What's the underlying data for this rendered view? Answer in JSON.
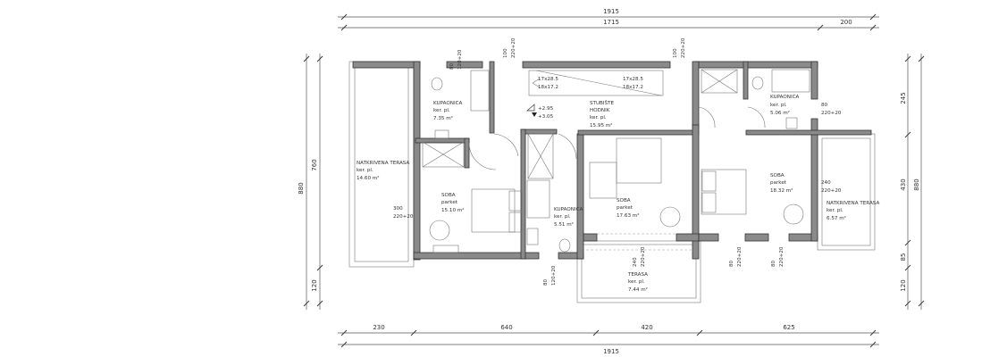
{
  "dimensions": {
    "top_total": "1915",
    "top_main": "1715",
    "top_right": "200",
    "left_total": "880",
    "left_main": "760",
    "left_bottom": "120",
    "right_245": "245",
    "right_430": "430",
    "right_85": "85",
    "right_120": "120",
    "right_total": "880",
    "bottom_230": "230",
    "bottom_640": "640",
    "bottom_420": "420",
    "bottom_625": "625",
    "bottom_total": "1915"
  },
  "openings": [
    {
      "w": "80",
      "h": "120+20"
    },
    {
      "w": "100",
      "h": "220+20"
    },
    {
      "w": "100",
      "h": "220+20"
    },
    {
      "w": "80",
      "h": "220+20"
    },
    {
      "w": "300",
      "h": "220+20"
    },
    {
      "w": "80",
      "h": "120+20"
    },
    {
      "w": "240",
      "h": "220+20"
    },
    {
      "w": "80",
      "h": "220+20"
    },
    {
      "w": "80",
      "h": "220+20"
    },
    {
      "w": "240",
      "h": "220+20"
    }
  ],
  "stairs": {
    "a1": "17x28.5",
    "b1": "18x17.2",
    "a2": "17x28.5",
    "b2": "18x17.2"
  },
  "levels": {
    "upper": "+2.95",
    "lower": "+3.05"
  },
  "rooms": {
    "bath1": {
      "name": "KUPAONICA",
      "floor": "ker. pl.",
      "area": "7.35 m²"
    },
    "hall": {
      "name": "STUBIŠTE",
      "name2": "HODNIK",
      "floor": "ker. pl.",
      "area": "15.95 m²"
    },
    "bath2": {
      "name": "KUPAONICA",
      "floor": "ker. pl.",
      "area": "5.06 m²"
    },
    "terrace_left": {
      "name": "NATKRIVENA TERASA",
      "floor": "ker. pl.",
      "area": "14.60 m²"
    },
    "room1": {
      "name": "SOBA",
      "floor": "parket",
      "area": "15.10 m²"
    },
    "bath3": {
      "name": "KUPAONICA",
      "floor": "ker. pl.",
      "area": "5.51 m²"
    },
    "room2": {
      "name": "SOBA",
      "floor": "parket",
      "area": "17.63 m²"
    },
    "room3": {
      "name": "SOBA",
      "floor": "parket",
      "area": "18.32 m²"
    },
    "terrace_right": {
      "name": "NATKRIVENA TERASA",
      "floor": "ker. pl.",
      "area": "6.57 m²"
    },
    "terrace_bottom": {
      "name": "TERASA",
      "floor": "ker. pl.",
      "area": "7.44 m²"
    }
  }
}
